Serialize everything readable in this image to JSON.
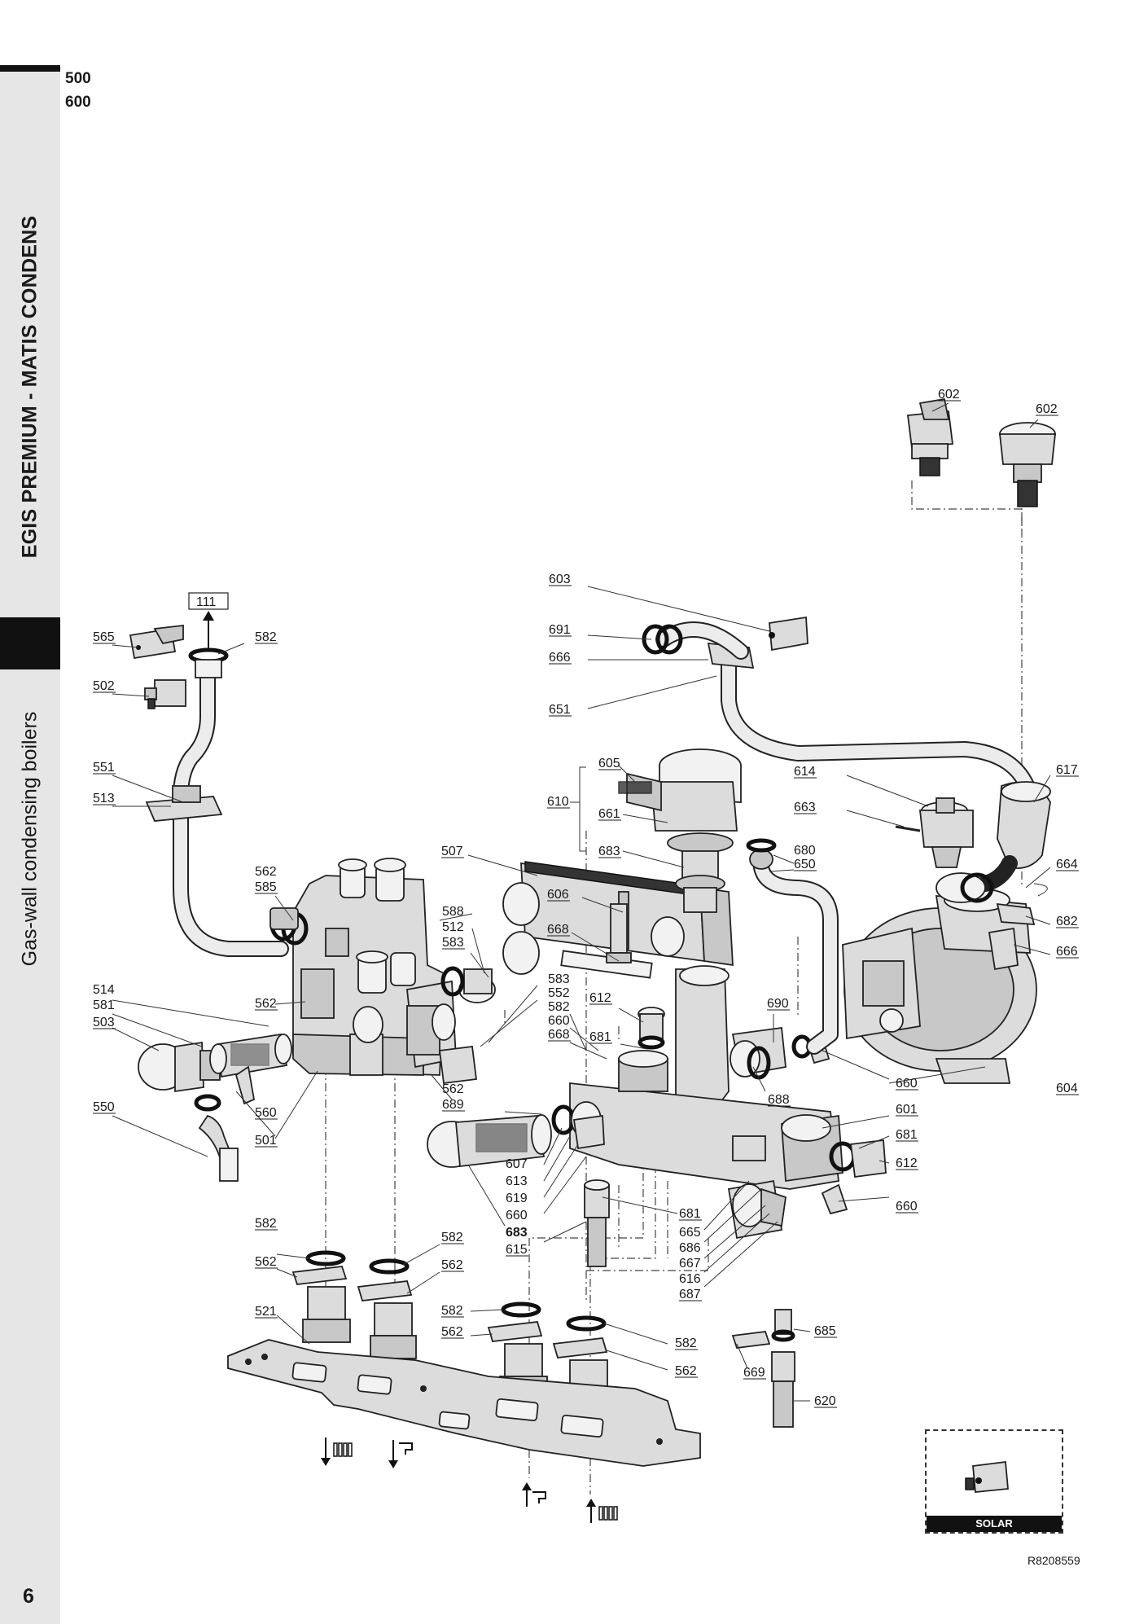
{
  "sidebar": {
    "title": "EGIS PREMIUM - MATIS CONDENS",
    "subtitle": "Gas-wall condensing boilers"
  },
  "models": [
    "500",
    "600"
  ],
  "page_number": "6",
  "reference": "R8208559",
  "solar_label": "SOLAR",
  "parts": {
    "p111": "111",
    "p565": "565",
    "p582a": "582",
    "p502": "502",
    "p551": "551",
    "p513": "513",
    "p562a": "562",
    "p585": "585",
    "p588": "588",
    "p512": "512",
    "p583a": "583",
    "p507": "507",
    "p606": "606",
    "p668a": "668",
    "p514": "514",
    "p581": "581",
    "p503": "503",
    "p562b": "562",
    "p583b": "583",
    "p552": "552",
    "p582b": "582",
    "p660a": "660",
    "p668b": "668",
    "p612a": "612",
    "p681a": "681",
    "p690": "690",
    "p560": "560",
    "p501": "501",
    "p550": "550",
    "p562c": "562",
    "p689": "689",
    "p607": "607",
    "p613": "613",
    "p619": "619",
    "p660b": "660",
    "p683a": "683",
    "p615": "615",
    "p681b": "681",
    "p665": "665",
    "p686": "686",
    "p667": "667",
    "p616": "616",
    "p687": "687",
    "p688": "688",
    "p601": "601",
    "p681c": "681",
    "p612b": "612",
    "p660c": "660",
    "p660d": "660",
    "p604": "604",
    "p603": "603",
    "p691": "691",
    "p666a": "666",
    "p651": "651",
    "p605": "605",
    "p610": "610",
    "p661": "661",
    "p683b": "683",
    "p614": "614",
    "p663": "663",
    "p680": "680",
    "p650": "650",
    "p617": "617",
    "p664": "664",
    "p682": "682",
    "p666b": "666",
    "p602a": "602",
    "p602b": "602",
    "p582c": "582",
    "p562d": "562",
    "p582d": "582",
    "p562e": "562",
    "p521": "521",
    "p582e": "582",
    "p562f": "562",
    "p582f": "582",
    "p562g": "562",
    "p685": "685",
    "p669": "669",
    "p620": "620"
  },
  "icons": [
    "arrow-up-icon",
    "radiator-out-icon",
    "tap-out-icon",
    "tap-in-icon",
    "radiator-in-icon"
  ]
}
